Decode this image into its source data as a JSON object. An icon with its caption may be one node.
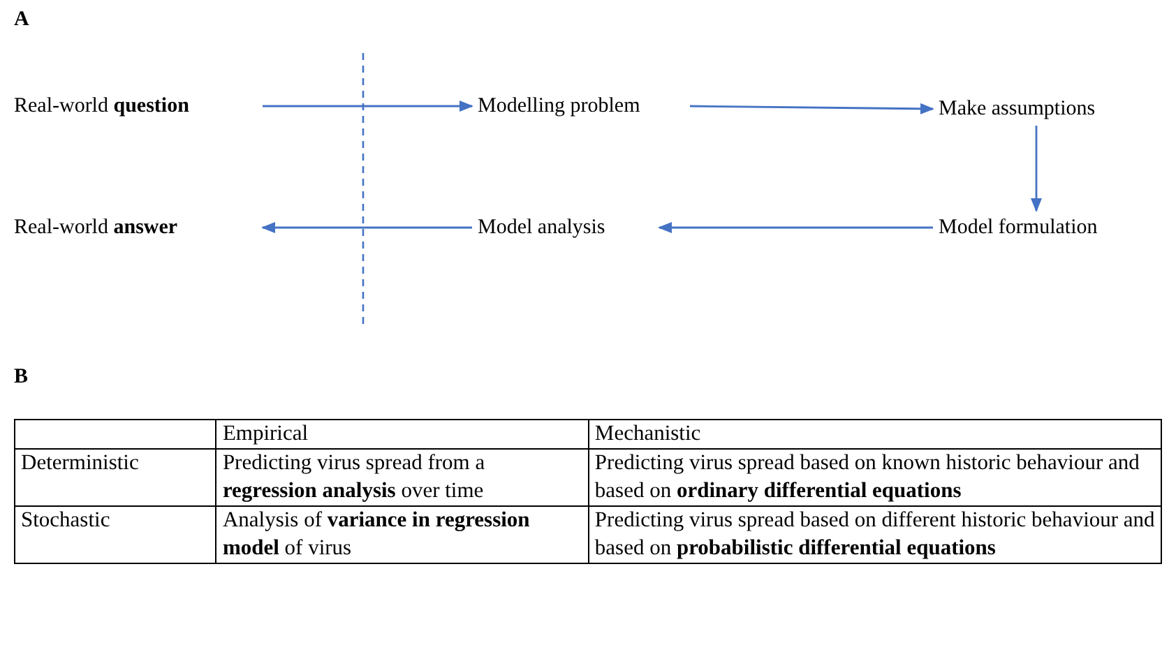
{
  "diagram": {
    "nodes": [
      {
        "text": [
          "Real-world **question**"
        ]
      },
      {
        "text": [
          "Modelling problem"
        ]
      },
      {
        "text": [
          "Make assumptions"
        ]
      },
      {
        "text": [
          "Model formulation"
        ]
      },
      {
        "text": [
          "Model analysis"
        ]
      },
      {
        "text": [
          "Real-world **answer**"
        ]
      }
    ],
    "edges": [
      {
        "from": 0,
        "to": 1,
        "arrow": "to"
      },
      {
        "from": 1,
        "to": 2,
        "arrow": "to"
      },
      {
        "from": 2,
        "to": 3,
        "arrow": "to"
      },
      {
        "from": 3,
        "to": 4,
        "arrow": "to"
      },
      {
        "from": 4,
        "to": 5,
        "arrow": "to"
      }
    ],
    "labels": [
      "A",
      "B",
      "Empirical",
      "Mechanistic",
      "Deterministic",
      "Predicting virus spread from a **regression analysis** over time",
      "Predicting virus spread based on known historic behaviour and based on **ordinary differential equations**",
      "Stochastic",
      "Analysis of **variance in regression model** of virus",
      "Predicting virus spread based on different historic behaviour and based on **probabilistic differential equations**"
    ]
  }
}
